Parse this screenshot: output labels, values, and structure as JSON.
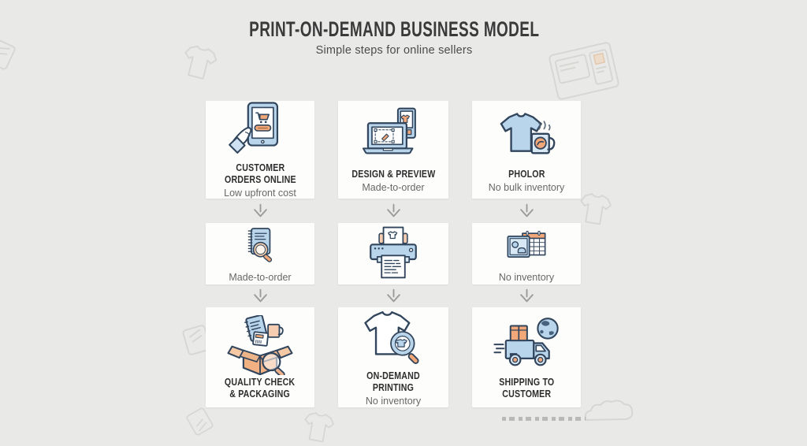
{
  "header": {
    "title": "PRINT-ON-DEMAND BUSINESS MODEL",
    "subtitle": "Simple steps for online sellers"
  },
  "colors": {
    "background": "#e9e9e8",
    "card": "#fdfdfc",
    "outline": "#31455c",
    "icon_blue": "#b9d5ec",
    "icon_blue_light": "#d9e8f5",
    "accent_orange": "#f2a878",
    "accent_orange_light": "#f6cdb0",
    "arrow": "#9b9b9b",
    "doodle": "#d6d6d3"
  },
  "cards": [
    {
      "icon": "tablet-order-icon",
      "title": "CUSTOMER\nORDERS ONLINE",
      "subtitle": "Low upfront cost"
    },
    {
      "icon": "laptop-design-icon",
      "title": "DESIGN & PREVIEW",
      "subtitle": "Made-to-order"
    },
    {
      "icon": "tshirt-mug-icon",
      "title": "PHOLOR",
      "subtitle": "No bulk inventory"
    },
    {
      "icon": "notebook-magnifier-icon",
      "title": "",
      "subtitle": "Made-to-order"
    },
    {
      "icon": "printer-icon",
      "title": "",
      "subtitle": ""
    },
    {
      "icon": "photo-calendar-icon",
      "title": "",
      "subtitle": "No inventory"
    },
    {
      "icon": "box-packaging-icon",
      "title": "QUALITY CHECK\n& PACKAGING",
      "subtitle": ""
    },
    {
      "icon": "tshirt-magnifier-icon",
      "title": "ON-DEMAND PRINTING",
      "subtitle": "No inventory"
    },
    {
      "icon": "truck-globe-icon",
      "title": "SHIPPING TO\nCUSTOMER",
      "subtitle": ""
    }
  ],
  "arrows": {
    "icon": "down-arrow-icon",
    "count": 6
  },
  "background_doodles": [
    "tshirt-doodle",
    "product-card-doodle",
    "tshirt-doodle",
    "note-doodle",
    "squiggle-doodle",
    "note-doodle",
    "tshirt-doodle"
  ]
}
